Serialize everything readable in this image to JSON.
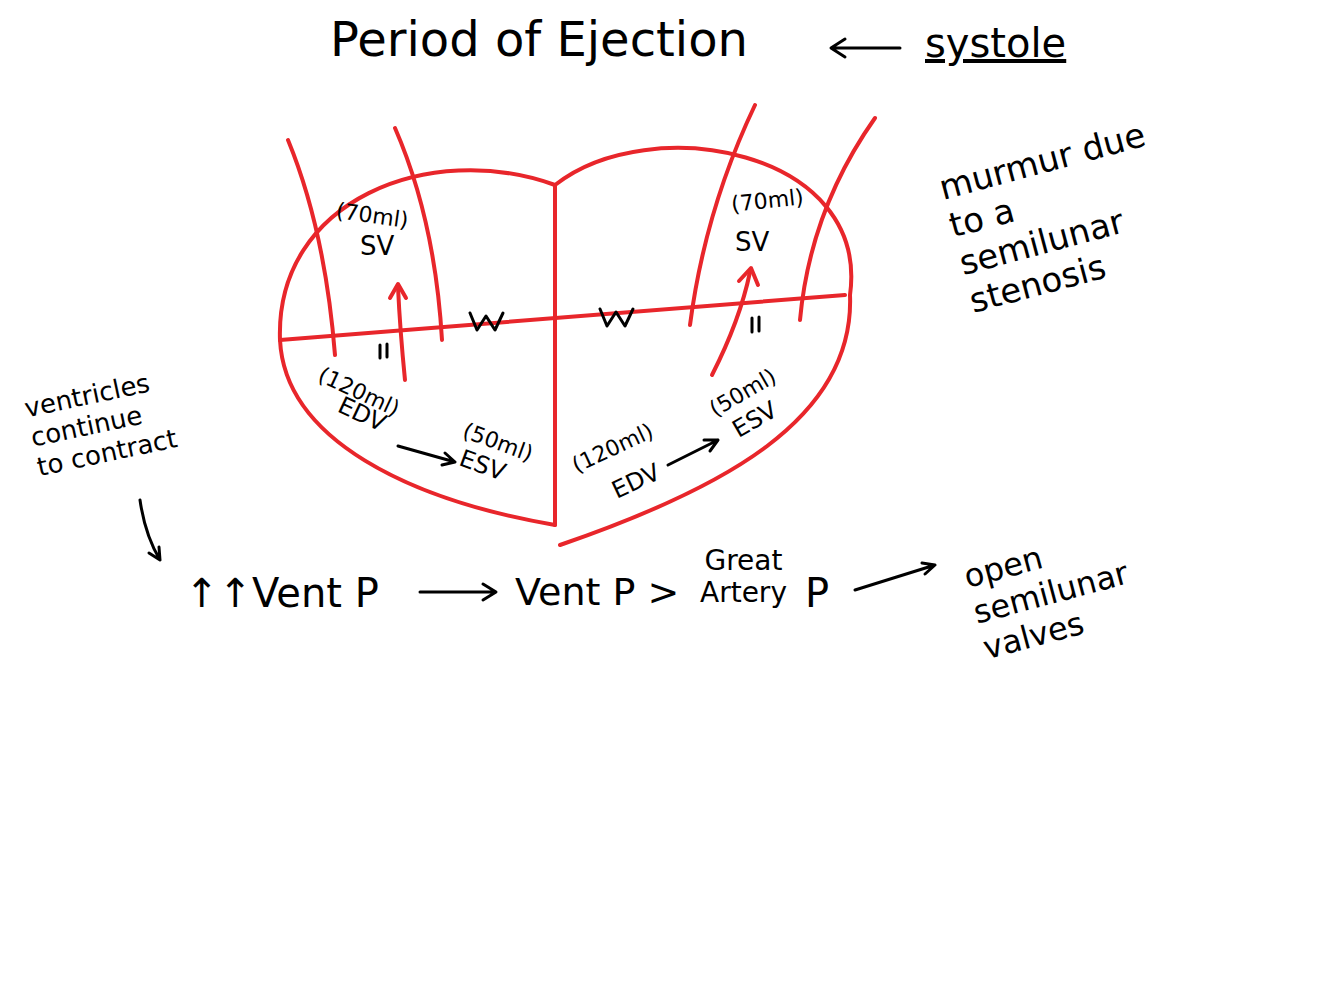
{
  "diagram": {
    "title": "Period of Ejection",
    "labels": [
      "systole",
      "(70ml)",
      "SV",
      "(70ml)",
      "SV",
      "(120ml)",
      "EDV",
      "(50ml)",
      "ESV",
      "(120ml)",
      "EDV",
      "(50ml)",
      "ESV",
      "murmur due to a semilunar stenosis",
      "ventricles continue to contract",
      "↑↑Vent P",
      "Vent P >",
      "Great Artery",
      "P",
      "open semilunar valves"
    ]
  }
}
